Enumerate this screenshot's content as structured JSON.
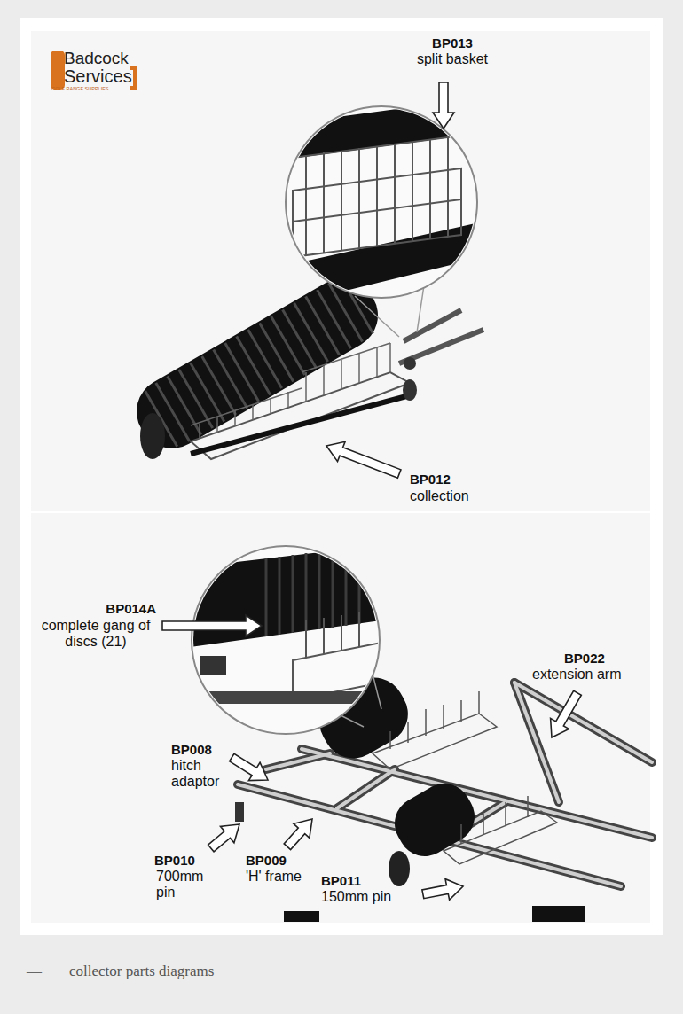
{
  "diagram": {
    "caption": "collector parts diagrams",
    "labels": [
      "Badcock",
      "Services",
      "GOLF RANGE SUPPLIES",
      "BP013",
      "split basket",
      "BP012",
      "collection",
      "BP014A",
      "complete gang of discs (21)",
      "BP022",
      "extension arm",
      "BP008",
      "hitch adaptor",
      "BP010",
      "700mm pin",
      "BP009",
      "'H' frame",
      "BP011",
      "150mm pin",
      "—"
    ]
  }
}
